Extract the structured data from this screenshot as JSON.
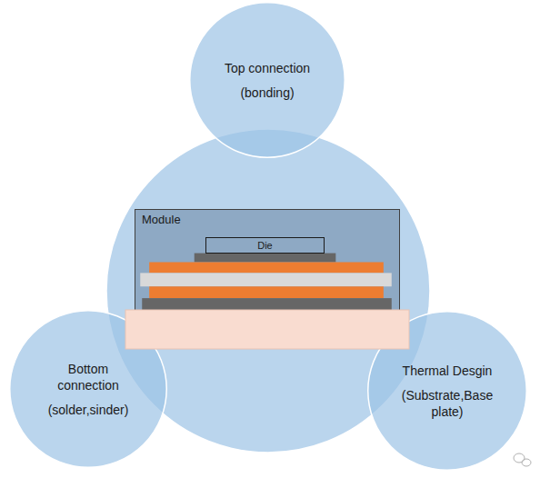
{
  "diagram": {
    "nodes": [
      {
        "text": [
          "Top connection",
          "(bonding)"
        ]
      },
      {
        "text": [
          "Module"
        ]
      },
      {
        "text": [
          "Die"
        ],
        "in": 1
      },
      {
        "text": [
          "Bottom connection",
          "(solder,sinder)"
        ]
      },
      {
        "text": [
          "Thermal Desgin",
          "(Substrate,Base plate)"
        ]
      }
    ]
  }
}
